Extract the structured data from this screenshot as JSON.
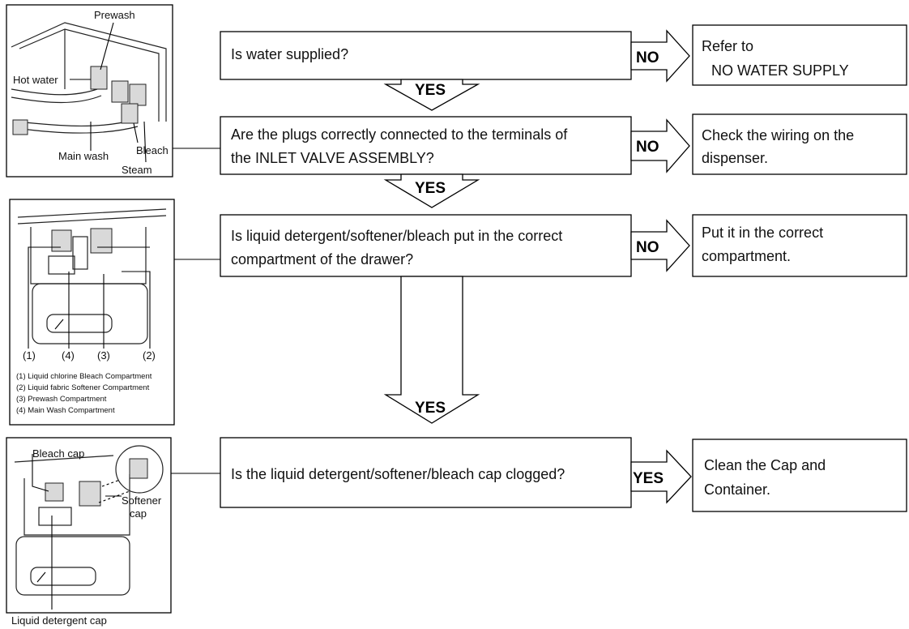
{
  "flowchart": {
    "steps": [
      {
        "question_lines": [
          "Is water supplied?"
        ],
        "branch_label": "NO",
        "result_lines": [
          "Refer to",
          "NO WATER SUPPLY"
        ]
      },
      {
        "question_lines": [
          "Are the plugs correctly connected to the terminals of",
          "the INLET VALVE ASSEMBLY?"
        ],
        "branch_label": "NO",
        "result_lines": [
          "Check the wiring on the",
          "dispenser."
        ]
      },
      {
        "question_lines": [
          "Is liquid detergent/softener/bleach put in the correct",
          "compartment of the drawer?"
        ],
        "branch_label": "NO",
        "result_lines": [
          "Put it in the correct",
          "compartment."
        ]
      },
      {
        "question_lines": [
          "Is the liquid detergent/softener/bleach cap clogged?"
        ],
        "branch_label": "YES",
        "result_lines": [
          "Clean the Cap and",
          "Container."
        ]
      }
    ],
    "yes_labels": [
      "YES",
      "YES",
      "YES"
    ]
  },
  "illustrations": {
    "valve": {
      "labels": [
        "Prewash",
        "Hot water",
        "Main wash",
        "Bleach",
        "Steam"
      ]
    },
    "drawer": {
      "numbers": [
        "(1)",
        "(4)",
        "(3)",
        "(2)"
      ],
      "legend": [
        "(1) Liquid chlorine Bleach Compartment",
        "(2) Liquid fabric Softener Compartment",
        "(3) Prewash Compartment",
        "(4) Main Wash Compartment"
      ]
    },
    "caps": {
      "labels": [
        "Bleach cap",
        "Softener",
        "cap",
        "Liquid detergent cap"
      ]
    }
  }
}
